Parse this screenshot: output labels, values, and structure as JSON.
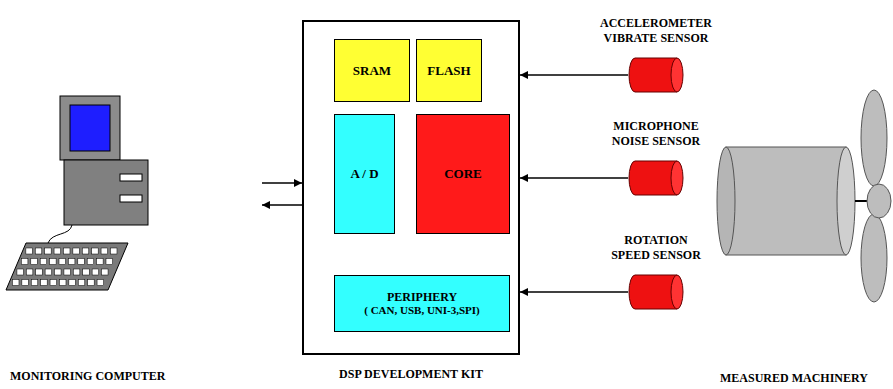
{
  "diagram": {
    "nodes": [
      {
        "text": [
          "DSP DEVELOPMENT KIT"
        ]
      },
      {
        "text": [
          "SRAM"
        ],
        "in": 0
      },
      {
        "text": [
          "FLASH"
        ],
        "in": 0
      },
      {
        "text": [
          "A / D"
        ],
        "in": 0
      },
      {
        "text": [
          "CORE"
        ],
        "in": 0
      },
      {
        "text": [
          "PERIPHERY",
          "( CAN, USB, UNI-3,SPI)"
        ],
        "in": 0
      },
      {
        "text": [
          "ACCELEROMETER VIBRATE SENSOR"
        ]
      },
      {
        "text": [
          "MICROPHONE NOISE SENSOR"
        ]
      },
      {
        "text": [
          "ROTATION SPEED SENSOR"
        ]
      },
      {
        "text": [
          "MONITORING COMPUTER"
        ]
      }
    ],
    "edges": [
      {
        "from": 6,
        "to": 0,
        "arrow": "to"
      },
      {
        "from": 7,
        "to": 0,
        "arrow": "to"
      },
      {
        "from": 8,
        "to": 0,
        "arrow": "to"
      },
      {
        "from": 9,
        "to": 0,
        "arrow": "to"
      },
      {
        "from": 0,
        "to": 9,
        "arrow": "to"
      }
    ],
    "labels": [
      "MEASURED MACHINERY"
    ]
  }
}
